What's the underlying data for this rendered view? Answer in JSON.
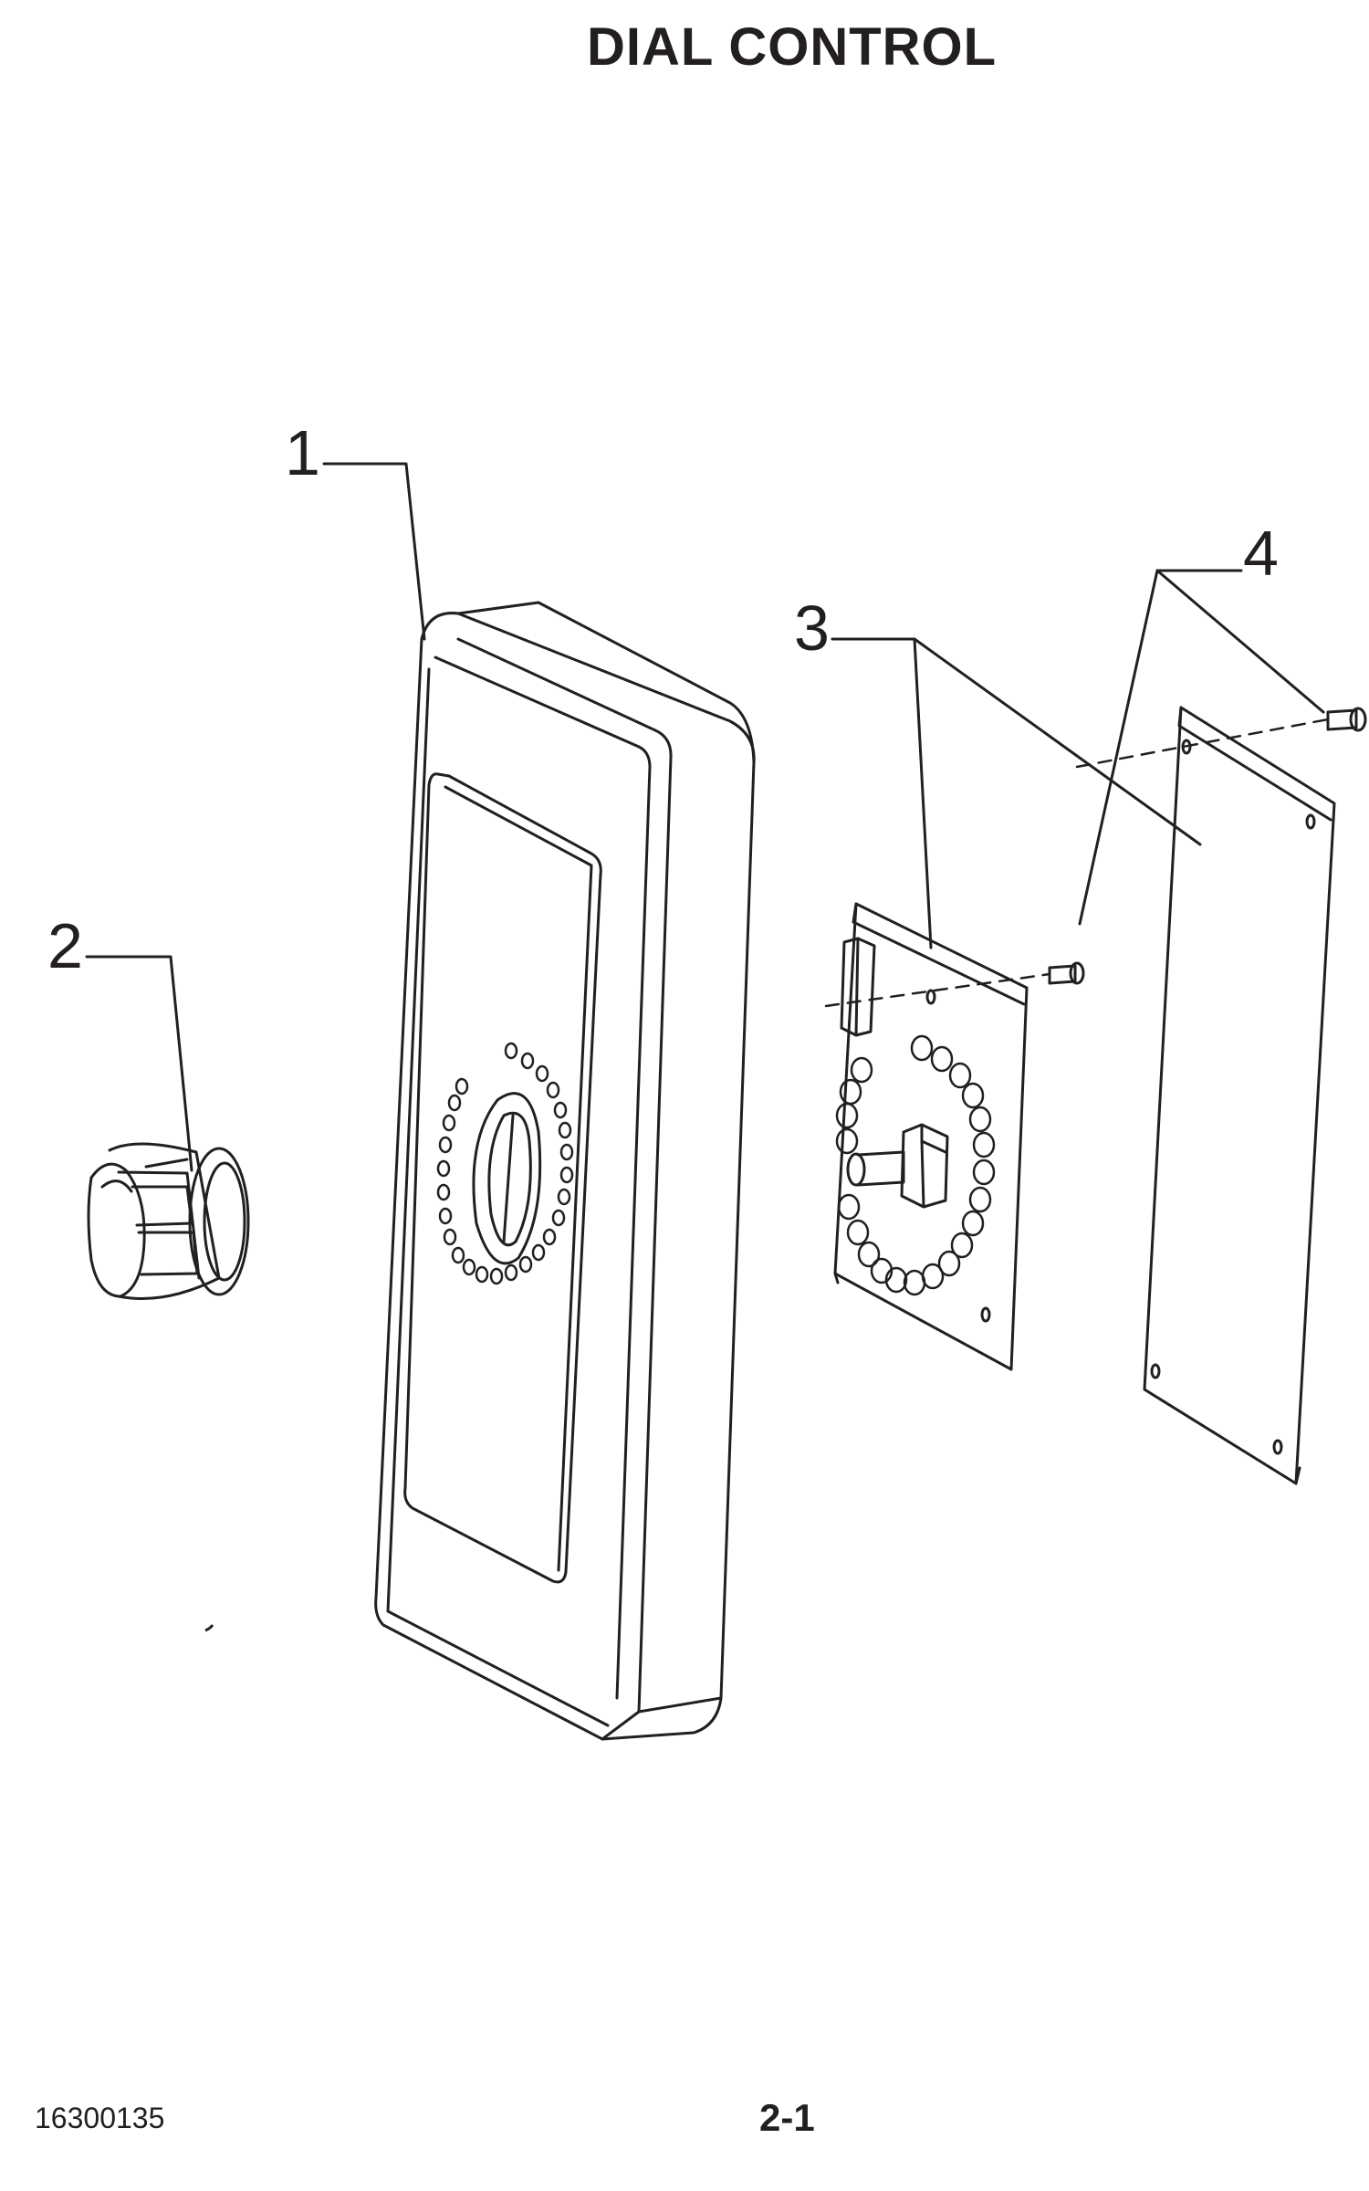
{
  "title": "DIAL CONTROL",
  "callouts": {
    "c1": "1",
    "c2": "2",
    "c3": "3",
    "c4": "4"
  },
  "footer": {
    "part_number": "16300135",
    "page_number": "2-1"
  },
  "colors": {
    "ink": "#231f20",
    "background": "#ffffff"
  }
}
